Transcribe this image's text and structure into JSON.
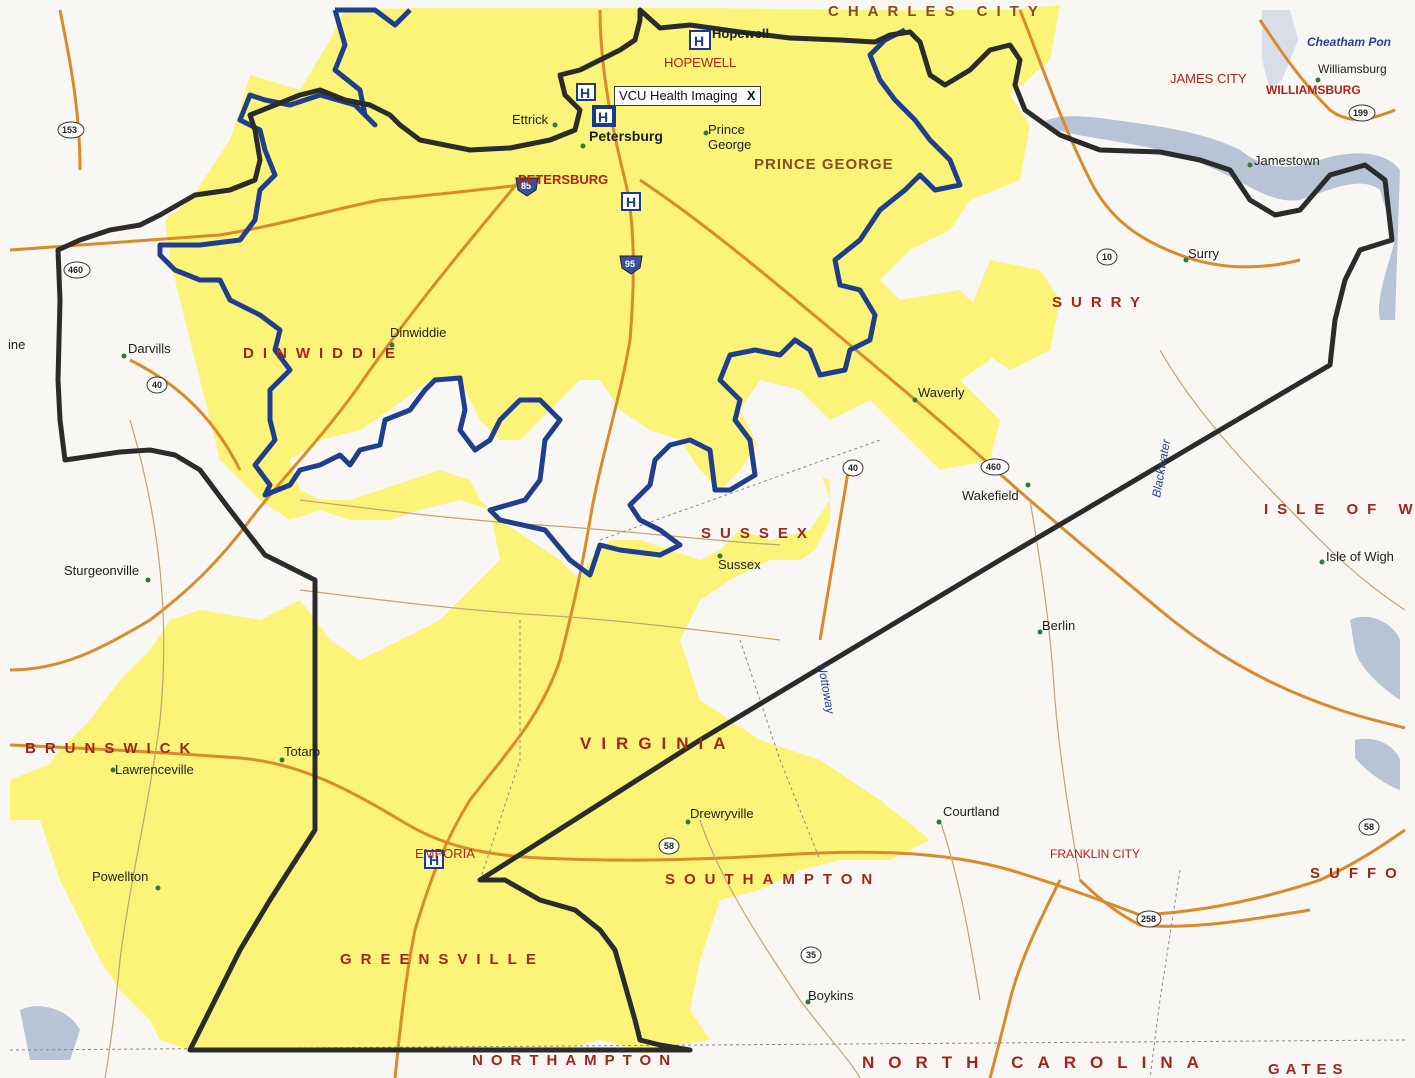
{
  "popup": {
    "label": "VCU Health Imaging",
    "close": "X"
  },
  "states": {
    "virginia": "VIRGINIA",
    "north_carolina": "NORTH CAROLINA"
  },
  "counties": {
    "charles_city": "CHARLES CITY",
    "prince_george": "PRINCE GEORGE",
    "dinwiddie": "DINWIDDIE",
    "surry": "SURRY",
    "sussex": "SUSSEX",
    "brunswick": "BRUNSWICK",
    "greensville": "GREENSVILLE",
    "southampton": "SOUTHAMPTON",
    "isle_of_wight": "ISLE OF WI",
    "suffolk": "SUFFO",
    "northampton": "NORTHAMPTON",
    "gates": "GATES"
  },
  "cities": {
    "hopewell": "HOPEWELL",
    "petersburg": "PETERSBURG",
    "james_city": "JAMES CITY",
    "williamsburg": "WILLIAMSBURG",
    "emporia": "EMPORIA",
    "franklin": "FRANKLIN CITY"
  },
  "towns": {
    "hopewell": "Hopewell",
    "ettrick": "Ettrick",
    "petersburg": "Petersburg",
    "prince_george_1": "Prince",
    "prince_george_2": "George",
    "cheatham": "Cheatham Pon",
    "williamsburg": "Williamsburg",
    "jamestown": "Jamestown",
    "surry": "Surry",
    "dinwiddie": "Dinwiddie",
    "darvills": "Darvills",
    "waverly": "Waverly",
    "wakefield": "Wakefield",
    "sussex": "Sussex",
    "isle_of_wight": "Isle of Wigh",
    "sturgeonville": "Sturgeonville",
    "berlin": "Berlin",
    "totaro": "Totaro",
    "lawrenceville": "Lawrenceville",
    "drewryville": "Drewryville",
    "courtland": "Courtland",
    "powellton": "Powellton",
    "boykins": "Boykins",
    "ine": "ine"
  },
  "rivers": {
    "blackwater": "Blackwater",
    "nottoway": "Nottoway"
  },
  "shields": {
    "r153": "153",
    "r199": "199",
    "r460w": "460",
    "r40w": "40",
    "r10": "10",
    "r40e": "40",
    "r460e": "460",
    "r58w": "58",
    "r58e": "58",
    "r258": "258",
    "r35": "35",
    "i85": "85",
    "i95": "95"
  },
  "hospital_marker": "H",
  "colors": {
    "coverage": "#fbf478",
    "blue_outline": "#1f3f8c",
    "black_outline": "#2b2b2b",
    "road": "#d98b2b",
    "water": "#b8c4d6"
  }
}
